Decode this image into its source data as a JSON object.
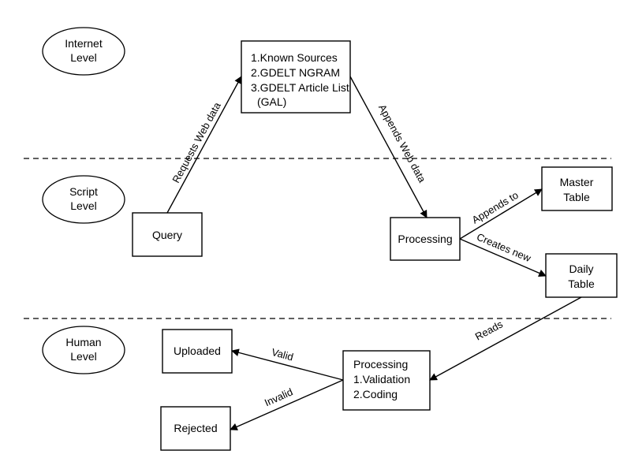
{
  "levels": {
    "internet": [
      "Internet",
      "Level"
    ],
    "script": [
      "Script",
      "Level"
    ],
    "human": [
      "Human",
      "Level"
    ]
  },
  "nodes": {
    "sources": [
      "1.Known Sources",
      "2.GDELT NGRAM",
      "3.GDELT Article List",
      "(GAL)"
    ],
    "query": "Query",
    "processing_script": "Processing",
    "master_table": [
      "Master",
      "Table"
    ],
    "daily_table": [
      "Daily",
      "Table"
    ],
    "uploaded": "Uploaded",
    "processing_human": [
      "Processing",
      "1.Validation",
      "2.Coding"
    ],
    "rejected": "Rejected"
  },
  "edges": {
    "requests": "Requests Web data",
    "appends_web": "Appends Web data",
    "appends_to": "Appends to",
    "creates_new": "Creates new",
    "reads": "Reads",
    "valid": "Valid",
    "invalid": "Invalid"
  }
}
